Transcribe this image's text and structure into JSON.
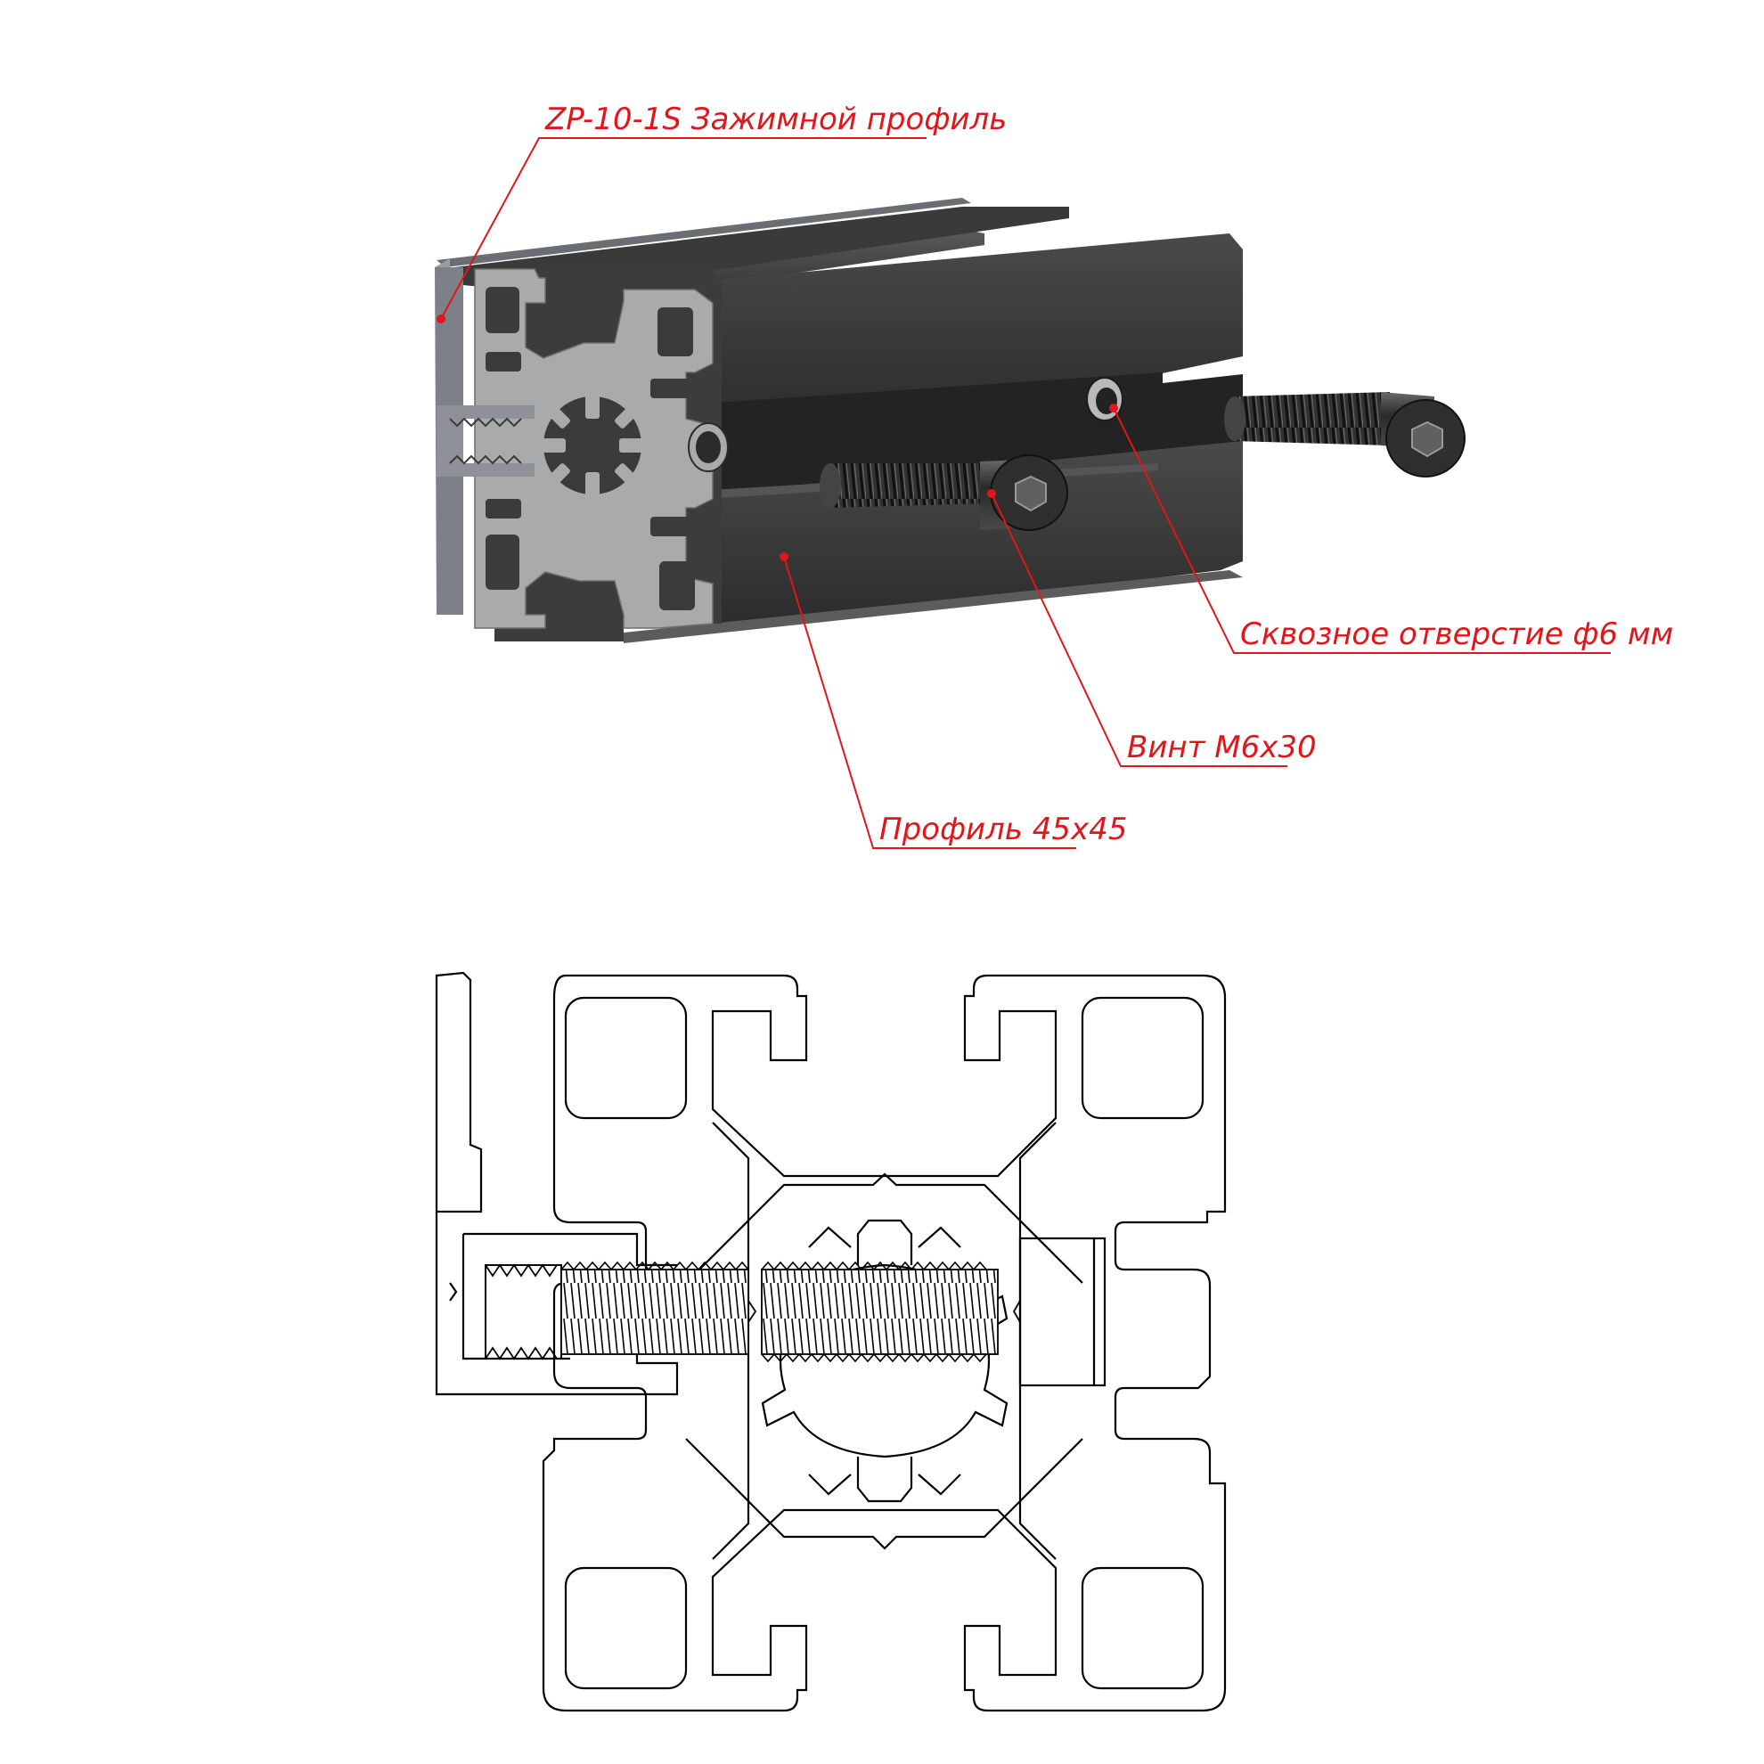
{
  "callouts": {
    "clamp_profile": "ZP-10-1S Зажимной профиль",
    "through_hole": "Сквозное отверстие ф6 мм",
    "screw": "Винт М6х30",
    "profile": "Профиль 45х45"
  },
  "colors": {
    "callout": "#e0161b",
    "aluminium_dark": "#3b3b3c",
    "aluminium_face": "#a9abab",
    "clamp_profile": "#7d8086",
    "drawing_line": "#000000"
  },
  "icons": {
    "screw_head": "hex-socket-icon",
    "through_hole": "drilled-hole-icon"
  }
}
